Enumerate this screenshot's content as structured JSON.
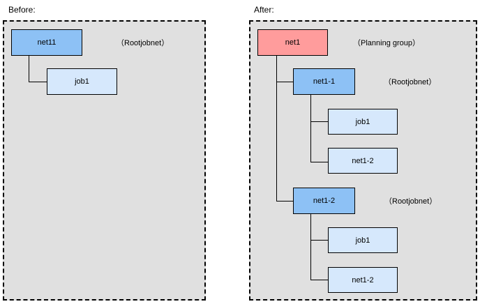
{
  "colors": {
    "rootjobnet_blue": "#8dc1f5",
    "planning_pink": "#ff9c9c",
    "job_light": "#d6e8fc",
    "panel_bg": "#e0e0e0"
  },
  "before": {
    "label": "Before:",
    "root": {
      "name": "net11",
      "annotation": "（Rootjobnet）"
    },
    "child": {
      "name": "job1"
    }
  },
  "after": {
    "label": "After:",
    "planning": {
      "name": "net1",
      "annotation": "（Planning group）"
    },
    "net1_1": {
      "name": "net1-1",
      "annotation": "（Rootjobnet）",
      "children": [
        "job1",
        "net1-2"
      ]
    },
    "net1_2": {
      "name": "net1-2",
      "annotation": "（Rootjobnet）",
      "children": [
        "job1",
        "net1-2"
      ]
    }
  }
}
